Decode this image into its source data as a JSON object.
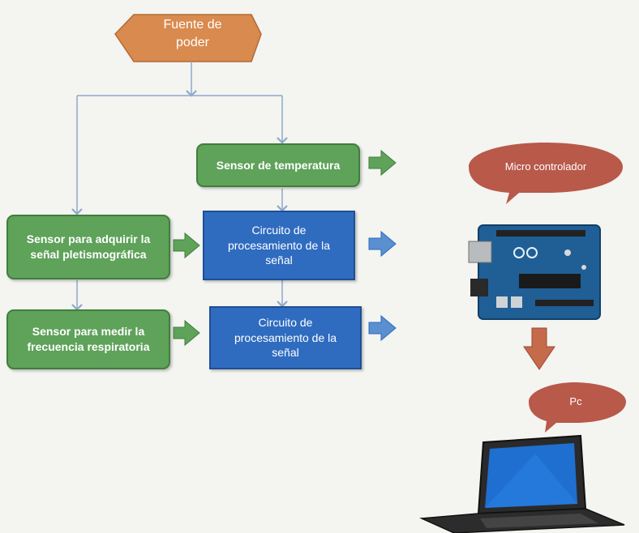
{
  "colors": {
    "start": "#d98a4e",
    "process_green": "#5fa25a",
    "process_blue": "#2f6cc0",
    "callout": "#b8594a",
    "connector": "#8ea9c9",
    "arrow_fill": "#5a8fd0",
    "down_arrow": "#c56a4a"
  },
  "start": {
    "label": "Fuente de\npoder"
  },
  "nodes": {
    "temp_sensor": "Sensor de temperatura",
    "pleth_sensor": "Sensor para adquirir la\nseñal pletismográfica",
    "resp_sensor": "Sensor para medir la\nfrecuencia respiratoria",
    "proc1": "Circuito de\nprocesamiento de la\nseñal",
    "proc2": "Circuito de\nprocesamiento de la\nseñal"
  },
  "callouts": {
    "micro": "Micro controlador",
    "pc": "Pc"
  },
  "images": {
    "board": "microcontroller-board",
    "laptop": "laptop"
  }
}
